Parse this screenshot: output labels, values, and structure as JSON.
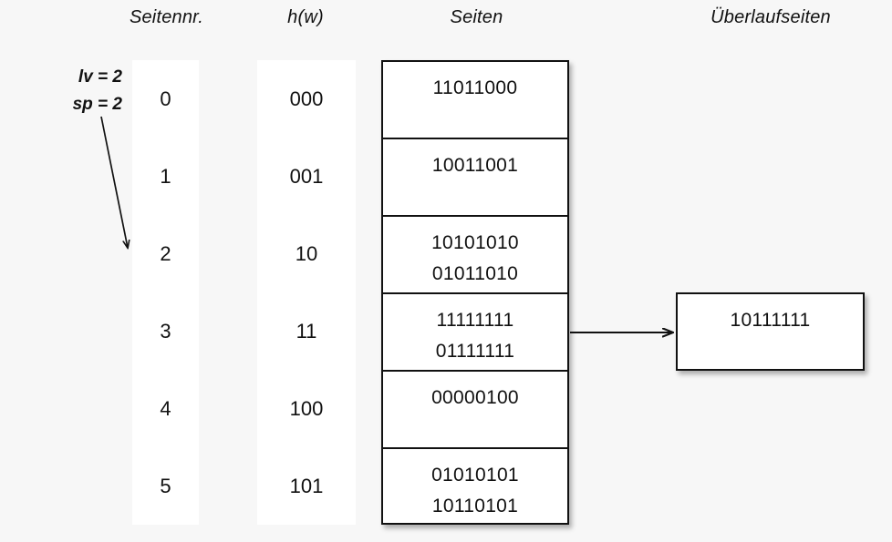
{
  "background_color": "#f7f7f7",
  "ink_color": "#111111",
  "headers": {
    "seitennr": "Seitennr.",
    "hw": "h(w)",
    "seiten": "Seiten",
    "ueberlaufseiten": "Überlaufseiten"
  },
  "params": {
    "level": "lv = 2",
    "split_pointer": "sp = 2"
  },
  "rows": [
    {
      "seitennr": "0",
      "hw": "000",
      "records": [
        "11011000"
      ]
    },
    {
      "seitennr": "1",
      "hw": "001",
      "records": [
        "10011001"
      ]
    },
    {
      "seitennr": "2",
      "hw": "10",
      "records": [
        "10101010",
        "01011010"
      ]
    },
    {
      "seitennr": "3",
      "hw": "11",
      "records": [
        "11111111",
        "01111111"
      ]
    },
    {
      "seitennr": "4",
      "hw": "100",
      "records": [
        "00000100"
      ]
    },
    {
      "seitennr": "5",
      "hw": "101",
      "records": [
        "01010101",
        "10110101"
      ]
    }
  ],
  "overflow_pages": [
    {
      "from_row_index": 3,
      "records": [
        "10111111"
      ]
    }
  ]
}
